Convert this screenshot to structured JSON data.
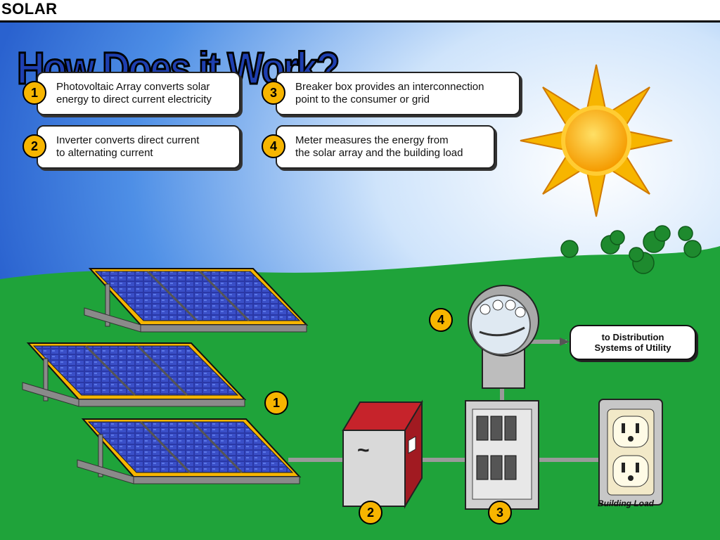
{
  "header": {
    "section": "SOLAR",
    "title": "How Does it Work?"
  },
  "steps": [
    {
      "number": "1",
      "text": "Photovoltaic Array converts solar\nenergy to direct current electricity"
    },
    {
      "number": "2",
      "text": "Inverter converts direct current\nto alternating current"
    },
    {
      "number": "3",
      "text": "Breaker box provides an interconnection\npoint to the consumer or grid"
    },
    {
      "number": "4",
      "text": "Meter measures the energy from\nthe solar array and the building load"
    }
  ],
  "diagram": {
    "utility_label": "to Distribution\nSystems of Utility",
    "building_load_label": "Building Load",
    "inverter_symbol": "~",
    "markers": {
      "array": "1",
      "inverter": "2",
      "breaker": "3",
      "meter": "4"
    }
  },
  "colors": {
    "sky_top": "#2f6fd6",
    "grass": "#1fa33a",
    "sun": "#f7b500",
    "panel": "#2b3aa8",
    "title_fill": "#1e3fb0",
    "badge": "#f7b500"
  }
}
